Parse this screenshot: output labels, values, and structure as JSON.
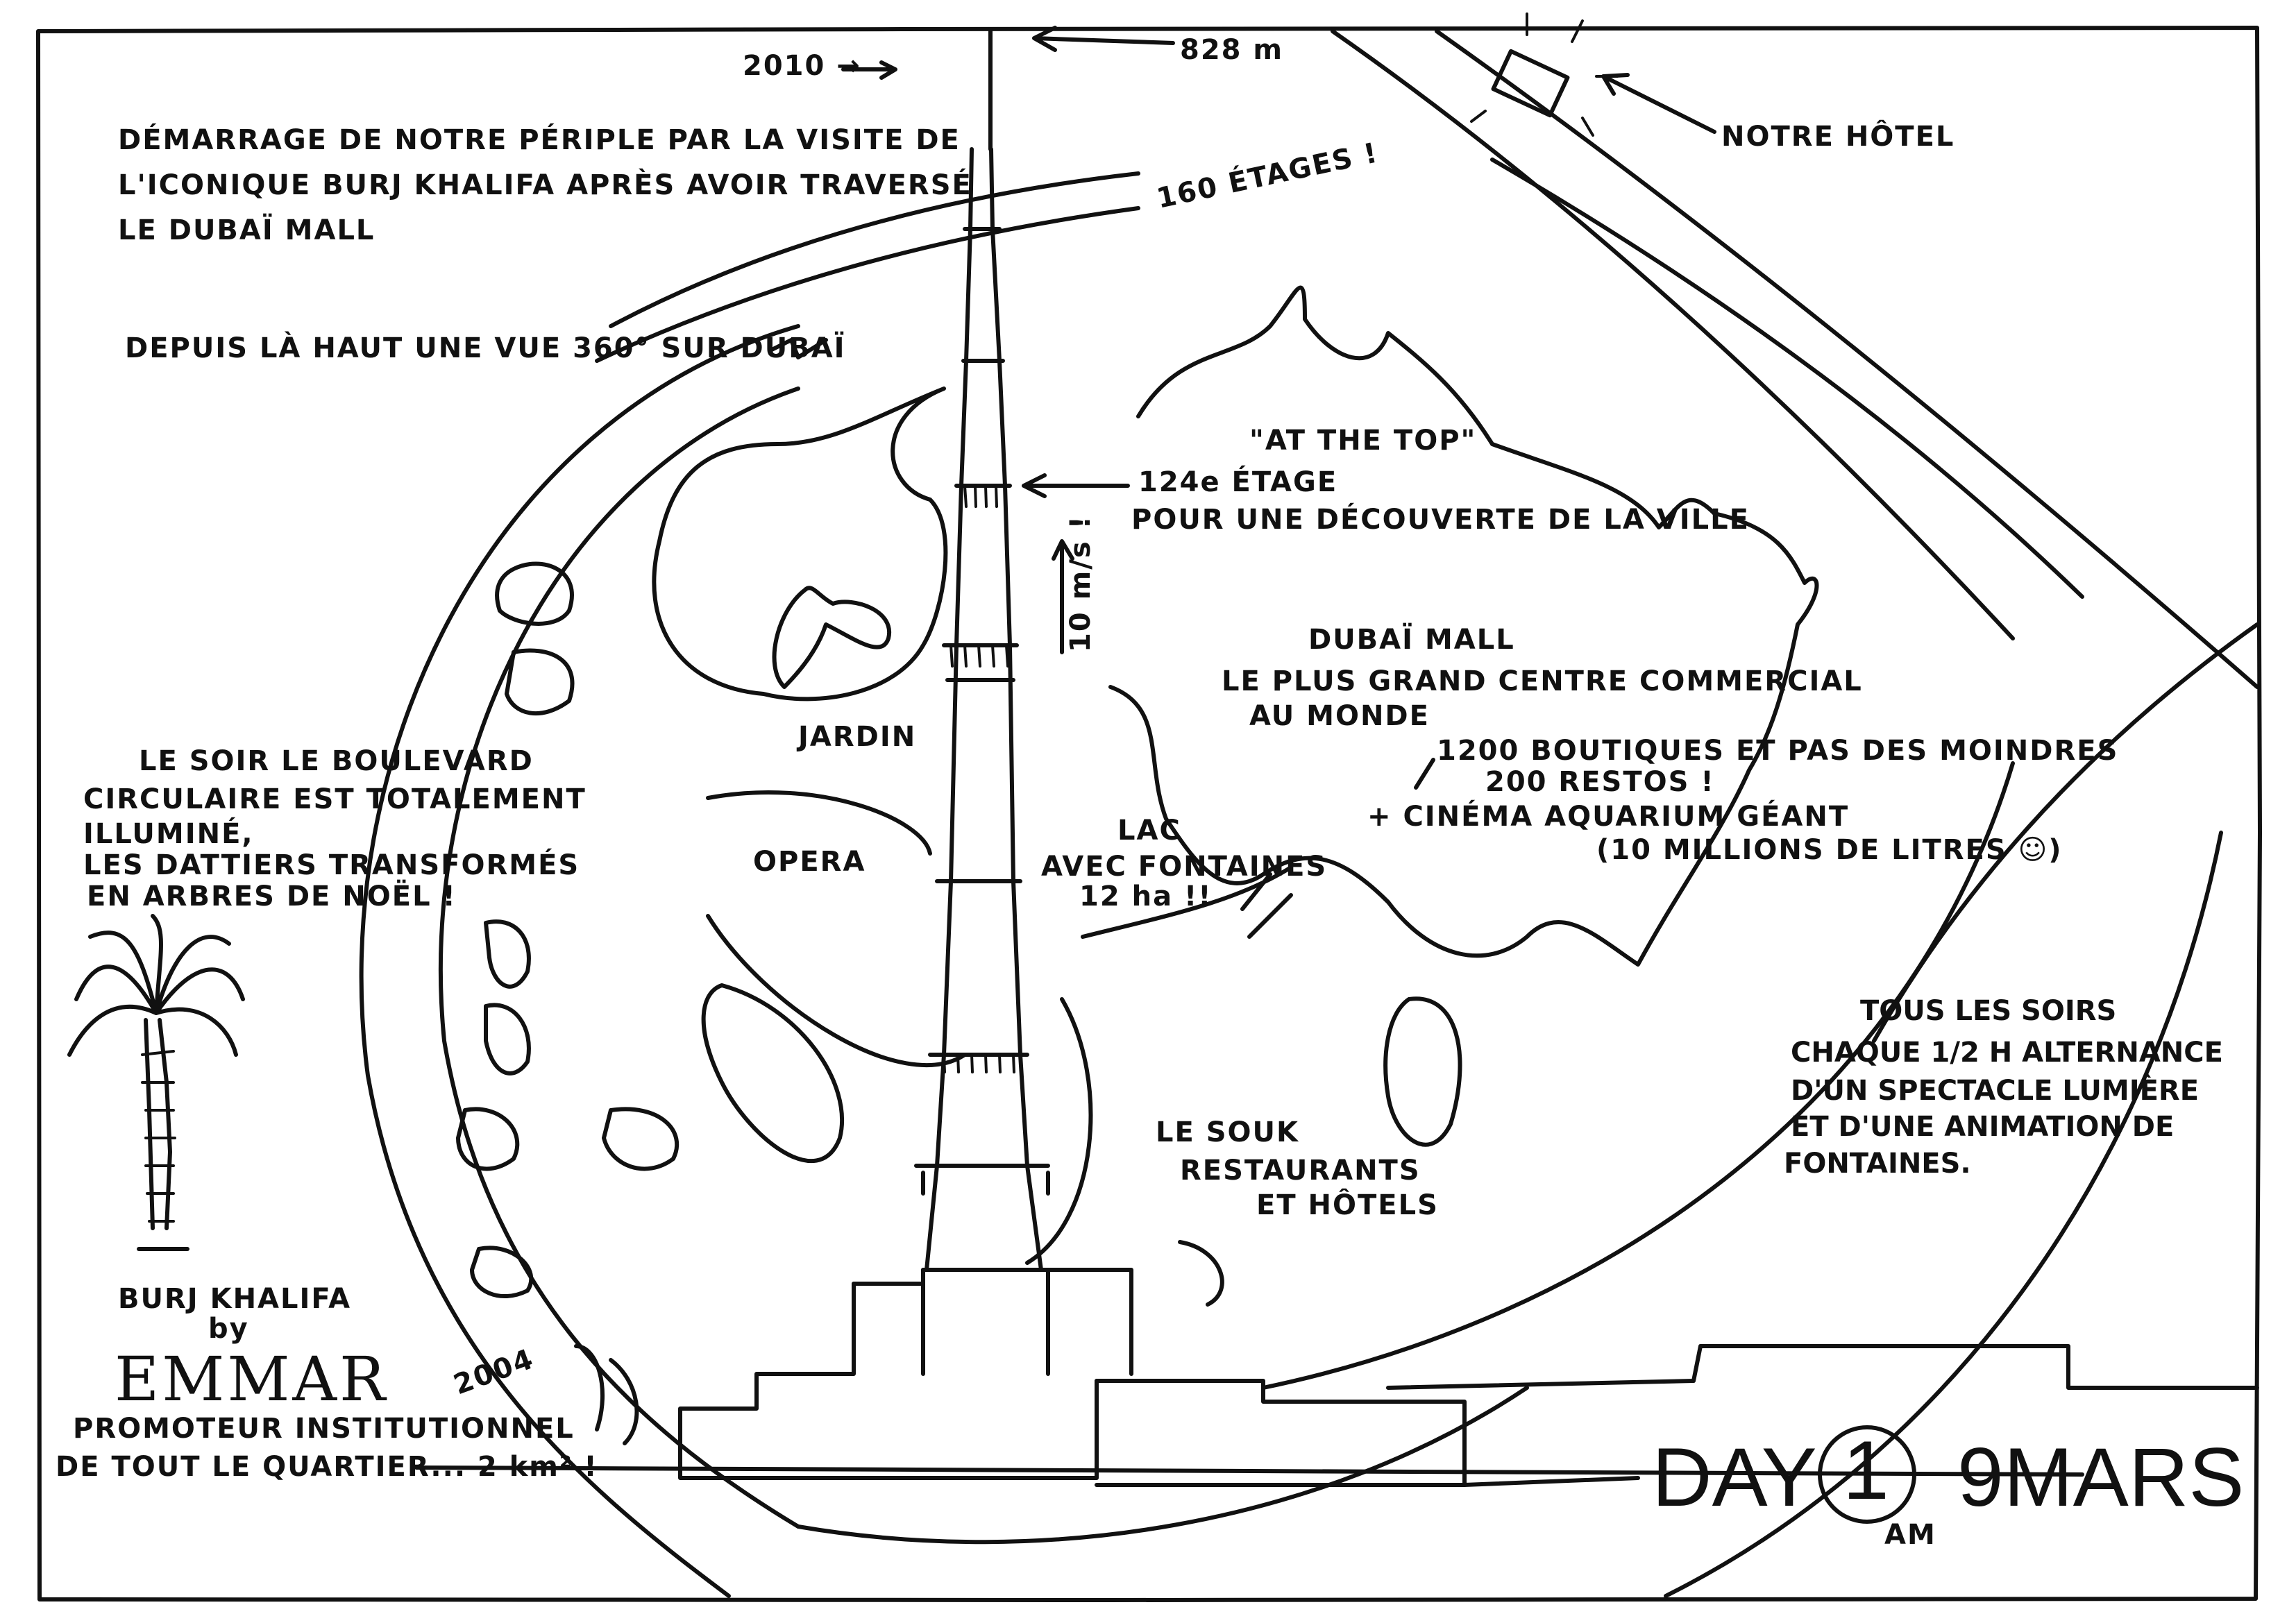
{
  "intro": {
    "line1": "DÉMARRAGE DE NOTRE PÉRIPLE PAR LA VISITE DE",
    "line2": "L'ICONIQUE BURJ KHALIFA APRÈS AVOIR TRAVERSÉ",
    "line3": "LE DUBAÏ MALL",
    "view": "DEPUIS LÀ HAUT UNE VUE 360° SUR DUBAÏ"
  },
  "tower": {
    "year_completed": "2010 →",
    "height": "828 m",
    "floors": "160 ÉTAGES !",
    "at_the_top": "\"AT THE TOP\"",
    "floor_124": "124e ÉTAGE",
    "discovery": "POUR UNE DÉCOUVERTE DE LA VILLE",
    "elevator_speed": "10 m/s !",
    "year_started": "2004"
  },
  "hotel": {
    "label": "NOTRE HÔTEL"
  },
  "mall": {
    "title": "DUBAÏ MALL",
    "line1": "LE PLUS GRAND CENTRE COMMERCIAL",
    "line2": "AU MONDE",
    "line3": "1200 BOUTIQUES ET PAS DES MOINDRES",
    "line4": "200 RESTOS !",
    "line5": "+ CINÉMA AQUARIUM GÉANT",
    "line6": "(10 MILLIONS DE LITRES ☺)"
  },
  "places": {
    "garden": "JARDIN",
    "lake1": "LAC",
    "lake2": "AVEC FONTAINES",
    "lake3": "12 ha !!",
    "souk1": "LE SOUK",
    "souk2": "RESTAURANTS",
    "souk3": "ET HÔTELS",
    "opera": "OPERA"
  },
  "evening": {
    "line1": "LE SOIR LE BOULEVARD",
    "line2": "CIRCULAIRE EST TOTALEMENT",
    "line3": "ILLUMINÉ,",
    "line4": "LES DATTIERS TRANSFORMÉS",
    "line5": "EN ARBRES DE NOËL !"
  },
  "show": {
    "line1": "TOUS LES SOIRS",
    "line2": "CHAQUE 1/2 H ALTERNANCE",
    "line3": "D'UN SPECTACLE LUMIÈRE",
    "line4": "ET D'UNE ANIMATION DE",
    "line5": "FONTAINES."
  },
  "developer": {
    "line1": "BURJ KHALIFA",
    "by": "by",
    "name": "EMMAR",
    "line2": "PROMOTEUR INSTITUTIONNEL",
    "line3": "DE TOUT LE QUARTIER... 2 km² !"
  },
  "date": {
    "day": "DAY",
    "number": "1",
    "am": "AM",
    "date": "9MARS"
  }
}
